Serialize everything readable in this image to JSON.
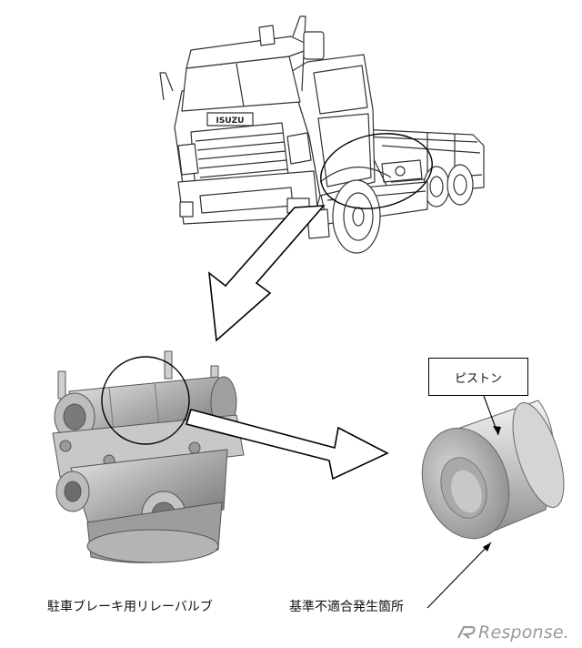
{
  "labels": {
    "part_name": "駐車ブレーキ用リレーバルブ",
    "defect_location": "基準不適合発生箇所",
    "component_callout": "ピストン"
  },
  "truck_badge": "ISUZU",
  "watermark": "Response."
}
